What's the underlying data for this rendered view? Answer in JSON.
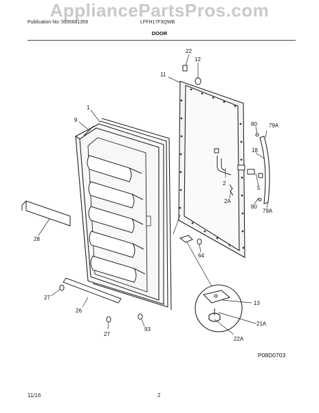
{
  "watermark": "AppliancePartsPros.com",
  "header": {
    "publication": "Publication No: 5995681359",
    "model": "LFFH17F3QWB",
    "section_title": "DOOR"
  },
  "callouts": {
    "c22": "22",
    "c12": "12",
    "c11": "11",
    "c1": "1",
    "c9": "9",
    "c80a": "80",
    "c79a": "79A",
    "c18": "18",
    "c5": "5",
    "c2": "2",
    "c2a": "2A",
    "c80b": "80",
    "c79b": "79A",
    "c28": "28",
    "c64": "64",
    "c13": "13",
    "c21a": "21A",
    "c22a": "22A",
    "c27a": "27",
    "c26": "26",
    "c27b": "27",
    "c93": "93"
  },
  "diagram_code": "P08D0703",
  "footer": {
    "date": "11/16",
    "page": "2"
  }
}
